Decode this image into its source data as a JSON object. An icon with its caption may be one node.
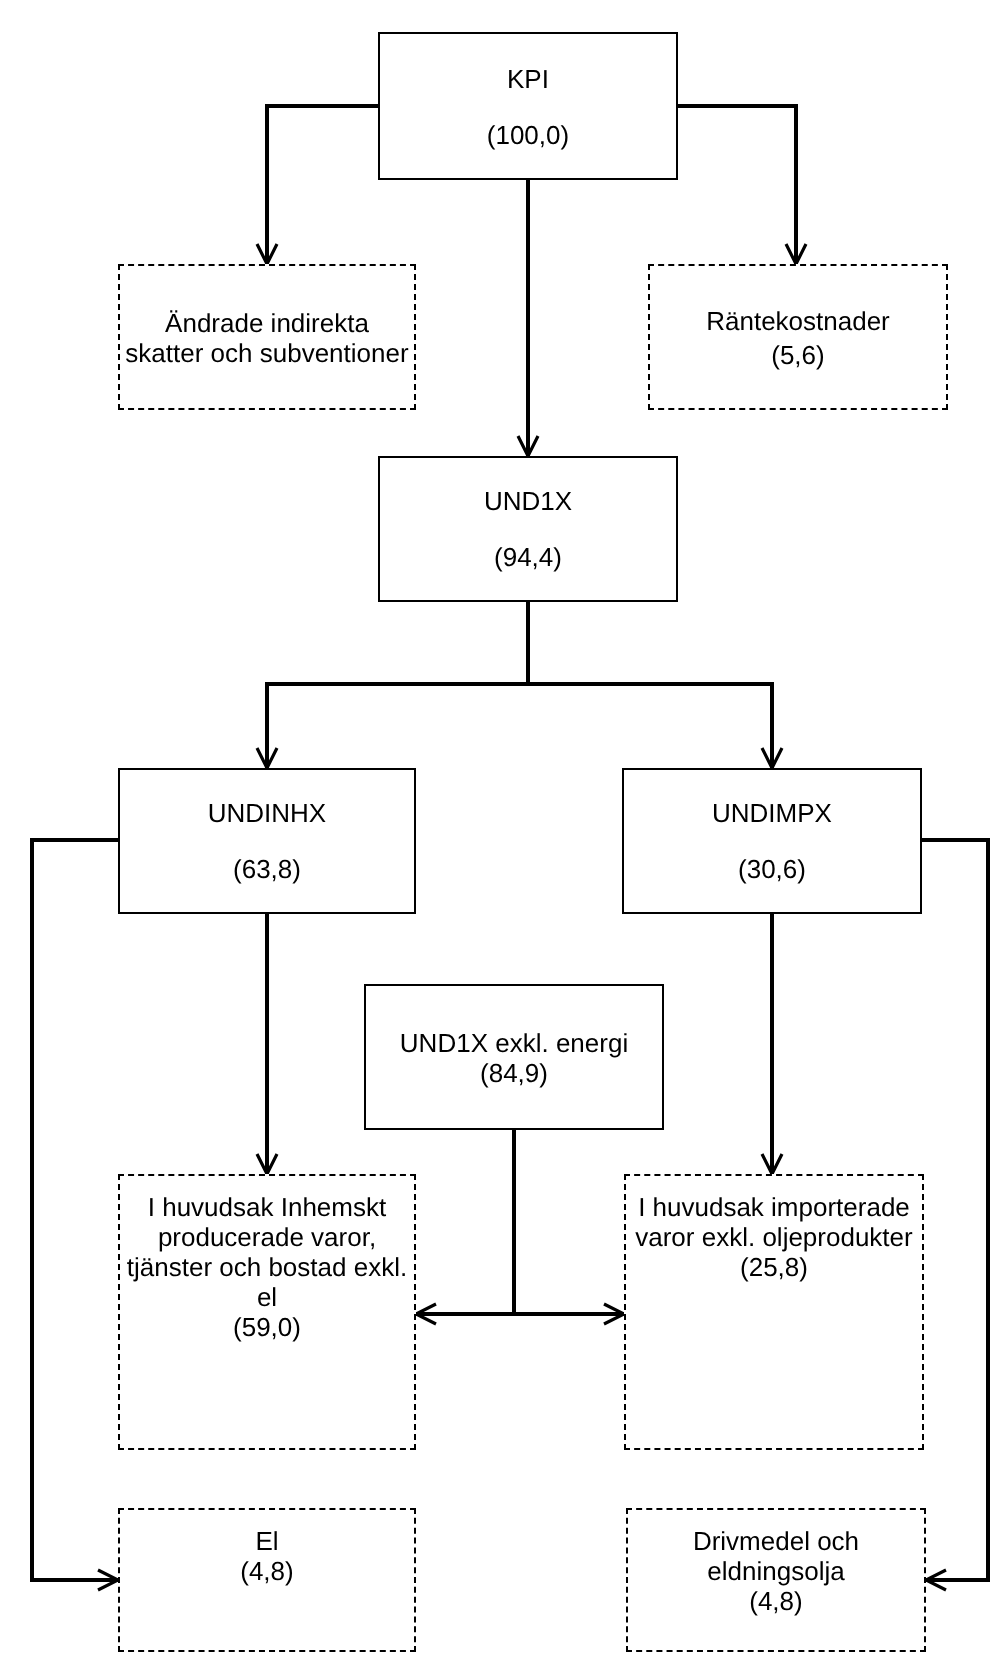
{
  "diagram": {
    "nodes": [
      {
        "text": [
          "KPI",
          "(100,0)"
        ]
      },
      {
        "text": [
          "Ändrade indirekta skatter och subventioner"
        ]
      },
      {
        "text": [
          "Räntekostnader",
          "(5,6)"
        ]
      },
      {
        "text": [
          "UND1X",
          "(94,4)"
        ]
      },
      {
        "text": [
          "UNDINHX",
          "(63,8)"
        ]
      },
      {
        "text": [
          "UNDIMPX",
          "(30,6)"
        ]
      },
      {
        "text": [
          "UND1X exkl. energi",
          "(84,9)"
        ]
      },
      {
        "text": [
          "I huvudsak Inhemskt producerade varor, tjänster och bostad exkl. el",
          "(59,0)"
        ]
      },
      {
        "text": [
          "I huvudsak importerade varor exkl. oljeprodukter",
          "(25,8)"
        ]
      },
      {
        "text": [
          "El",
          "(4,8)"
        ]
      },
      {
        "text": [
          "Drivmedel och eldningsolja",
          "(4,8)"
        ]
      }
    ],
    "edges": [
      {
        "from": 0,
        "to": 1,
        "arrow": "to"
      },
      {
        "from": 0,
        "to": 2,
        "arrow": "to"
      },
      {
        "from": 0,
        "to": 3,
        "arrow": "to"
      },
      {
        "from": 3,
        "to": 4,
        "arrow": "to"
      },
      {
        "from": 3,
        "to": 5,
        "arrow": "to"
      },
      {
        "from": 4,
        "to": 7,
        "arrow": "to"
      },
      {
        "from": 5,
        "to": 8,
        "arrow": "to"
      },
      {
        "from": 6,
        "to": 7,
        "arrow": "to"
      },
      {
        "from": 6,
        "to": 8,
        "arrow": "to"
      },
      {
        "from": 4,
        "to": 9,
        "arrow": "to"
      },
      {
        "from": 5,
        "to": 10,
        "arrow": "to"
      }
    ]
  }
}
